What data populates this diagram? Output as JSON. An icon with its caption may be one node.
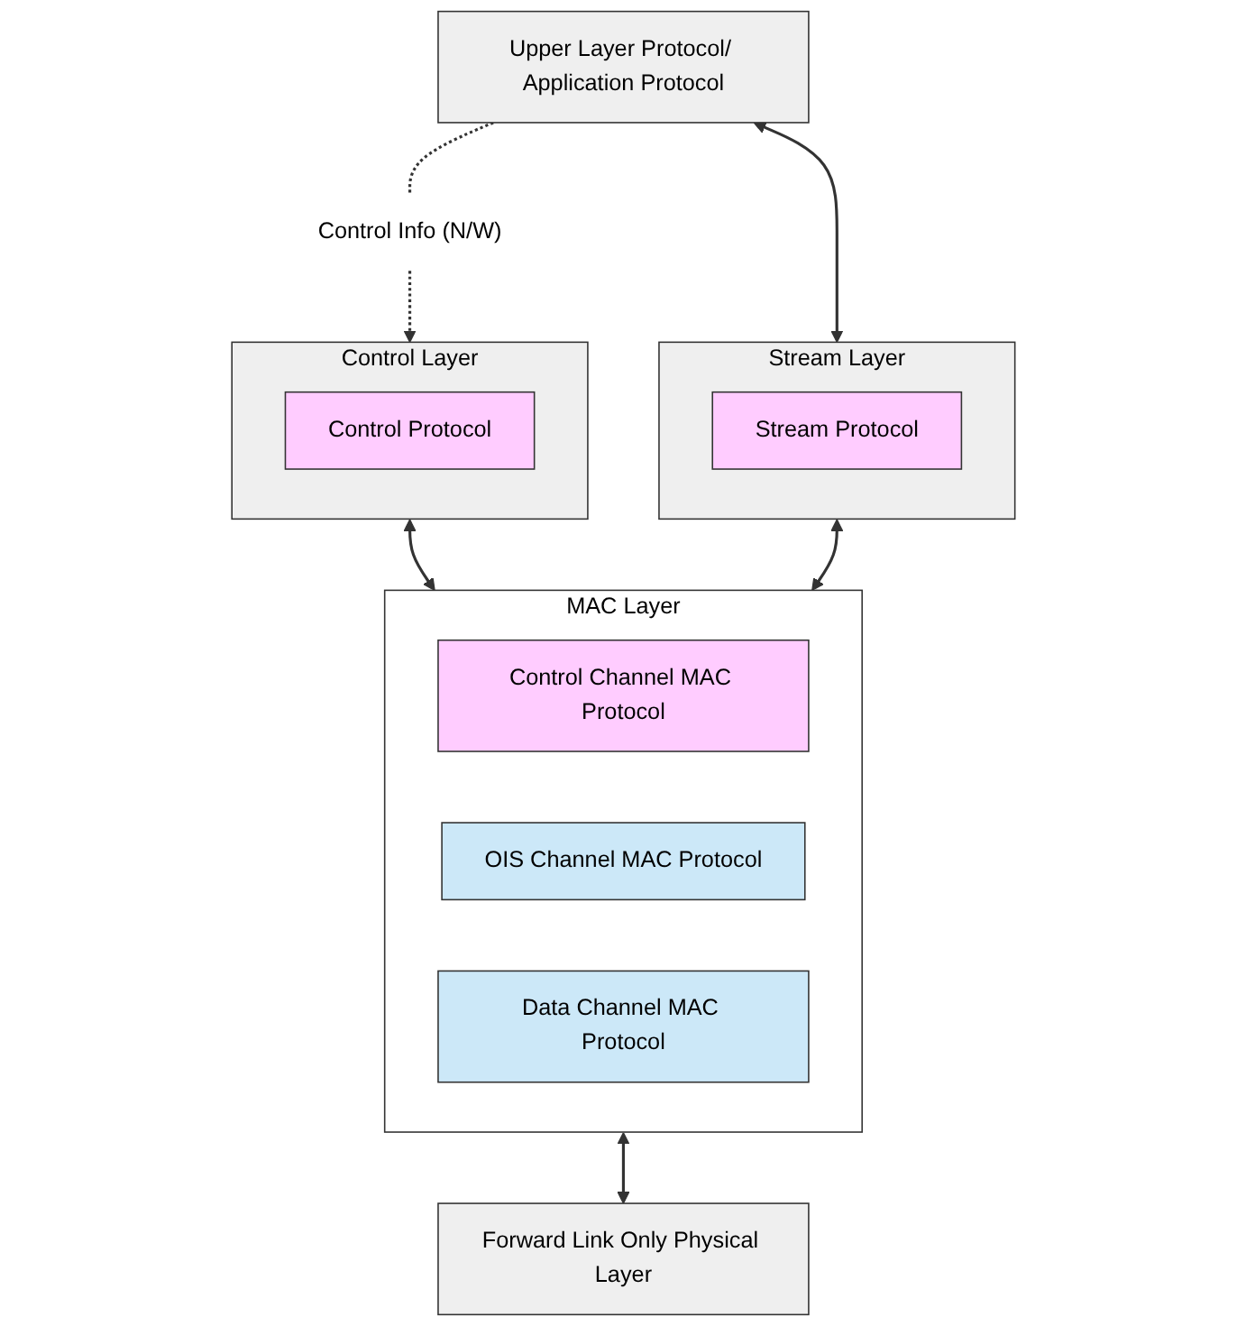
{
  "diagram": {
    "nodes": [
      {
        "text": [
          "Upper Layer Protocol/ Application Protocol"
        ]
      },
      {
        "text": [
          "Control Info (N/W)"
        ]
      },
      {
        "text": [
          "Control Layer"
        ]
      },
      {
        "text": [
          "Control Protocol"
        ],
        "in": 2
      },
      {
        "text": [
          "Stream Layer"
        ]
      },
      {
        "text": [
          "Stream Protocol"
        ],
        "in": 4
      },
      {
        "text": [
          "MAC Layer"
        ]
      },
      {
        "text": [
          "Control Channel MAC Protocol"
        ],
        "in": 6
      },
      {
        "text": [
          "OIS Channel MAC Protocol"
        ],
        "in": 6
      },
      {
        "text": [
          "Data Channel MAC Protocol"
        ],
        "in": 6
      },
      {
        "text": [
          "Forward Link Only Physical Layer"
        ]
      }
    ],
    "edges": [
      {
        "from": 0,
        "to": 1,
        "arrow": "none",
        "style": "dashed"
      },
      {
        "from": 1,
        "to": 2,
        "arrow": "to",
        "style": "dashed"
      },
      {
        "from": 0,
        "to": 4,
        "arrow": "both"
      },
      {
        "from": 2,
        "to": 6,
        "arrow": "both"
      },
      {
        "from": 4,
        "to": 6,
        "arrow": "both"
      },
      {
        "from": 6,
        "to": 10,
        "arrow": "both"
      }
    ]
  }
}
